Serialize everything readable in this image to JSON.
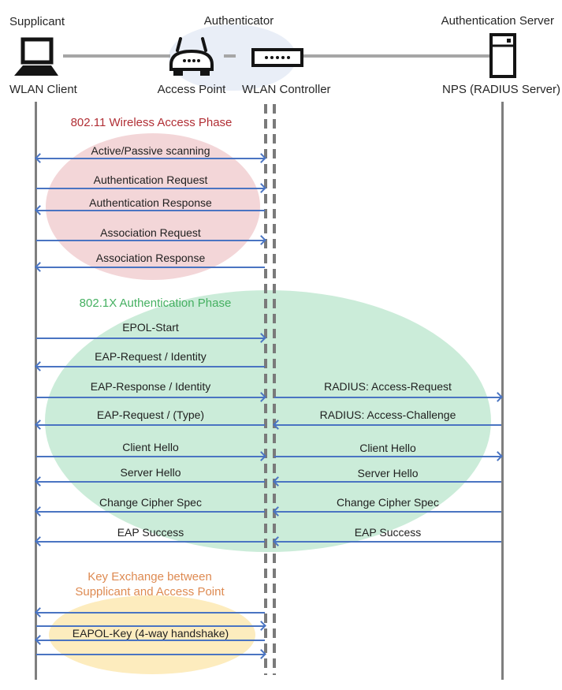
{
  "header": {
    "supplicant_role": "Supplicant",
    "authenticator_role": "Authenticator",
    "auth_server_role": "Authentication Server",
    "wlan_client_label": "WLAN Client",
    "access_point_label": "Access Point",
    "wlan_controller_label": "WLAN Controller",
    "nps_label": "NPS (RADIUS Server)"
  },
  "phases": {
    "wireless_access_title": "802.11 Wireless Access Phase",
    "dot1x_title": "802.1X Authentication Phase",
    "key_exchange_title_line1": "Key Exchange between",
    "key_exchange_title_line2": "Supplicant and Access Point"
  },
  "messages": {
    "scanning": "Active/Passive scanning",
    "auth_request": "Authentication Request",
    "auth_response": "Authentication Response",
    "assoc_request": "Association Request",
    "assoc_response": "Association Response",
    "epol_start": "EPOL-Start",
    "eap_request_identity": "EAP-Request / Identity",
    "eap_response_identity": "EAP-Response / Identity",
    "radius_access_request": "RADIUS: Access-Request",
    "eap_request_type": "EAP-Request / (Type)",
    "radius_access_challenge": "RADIUS: Access-Challenge",
    "client_hello": "Client Hello",
    "server_hello": "Server Hello",
    "change_cipher_spec": "Change Cipher Spec",
    "eap_success": "EAP Success",
    "eapol_key": "EAPOL-Key (4-way handshake)"
  },
  "colors": {
    "arrow_blue": "#4a74c2",
    "lifeline_gray": "#7f7f7f",
    "phase_red_text": "#b12f35",
    "phase_red_fill": "#f3d6d8",
    "phase_green_text": "#45b061",
    "phase_green_fill": "#cbecd9",
    "phase_orange_text": "#de8a51",
    "phase_yellow_fill": "#fdecbe",
    "authenticator_fill": "#e9eef7"
  }
}
